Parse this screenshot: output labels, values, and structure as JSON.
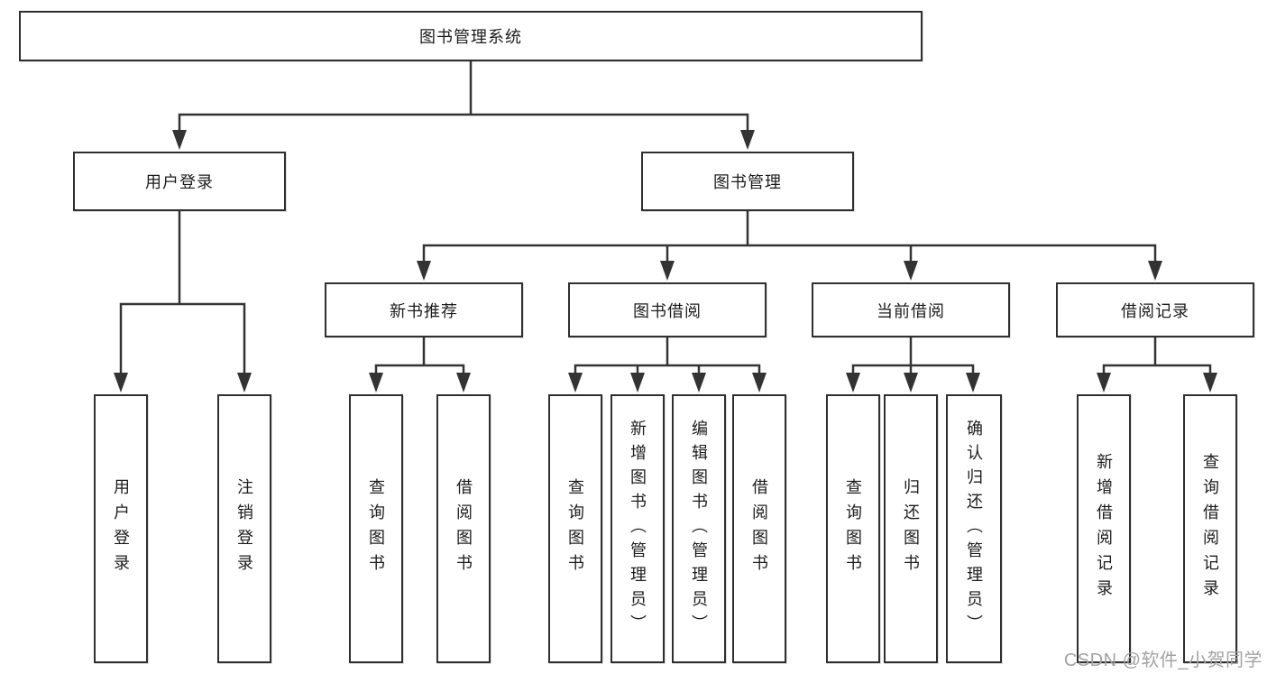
{
  "colors": {
    "canvas-bg": "#ffffff",
    "line": "#333333",
    "box-border": "#2f2f2f",
    "box-bg": "#ffffff",
    "text": "#1c1c1c",
    "watermark": "#a3a3a3"
  },
  "watermark": {
    "text": "CSDN @软件_小贺同学"
  },
  "diagram": {
    "root": {
      "label": "图书管理系统"
    },
    "branches": [
      {
        "label": "用户登录",
        "children": [
          {
            "label": "用户登录"
          },
          {
            "label": "注销登录"
          }
        ]
      },
      {
        "label": "图书管理",
        "children": [
          {
            "label": "新书推荐",
            "children": [
              {
                "label": "查询图书"
              },
              {
                "label": "借阅图书"
              }
            ]
          },
          {
            "label": "图书借阅",
            "children": [
              {
                "label": "查询图书"
              },
              {
                "label": "新增图书（管理员）"
              },
              {
                "label": "编辑图书（管理员）"
              },
              {
                "label": "借阅图书"
              }
            ]
          },
          {
            "label": "当前借阅",
            "children": [
              {
                "label": "查询图书"
              },
              {
                "label": "归还图书"
              },
              {
                "label": "确认归还（管理员）"
              }
            ]
          },
          {
            "label": "借阅记录",
            "children": [
              {
                "label": "新增借阅记录"
              },
              {
                "label": "查询借阅记录"
              }
            ]
          }
        ]
      }
    ]
  }
}
